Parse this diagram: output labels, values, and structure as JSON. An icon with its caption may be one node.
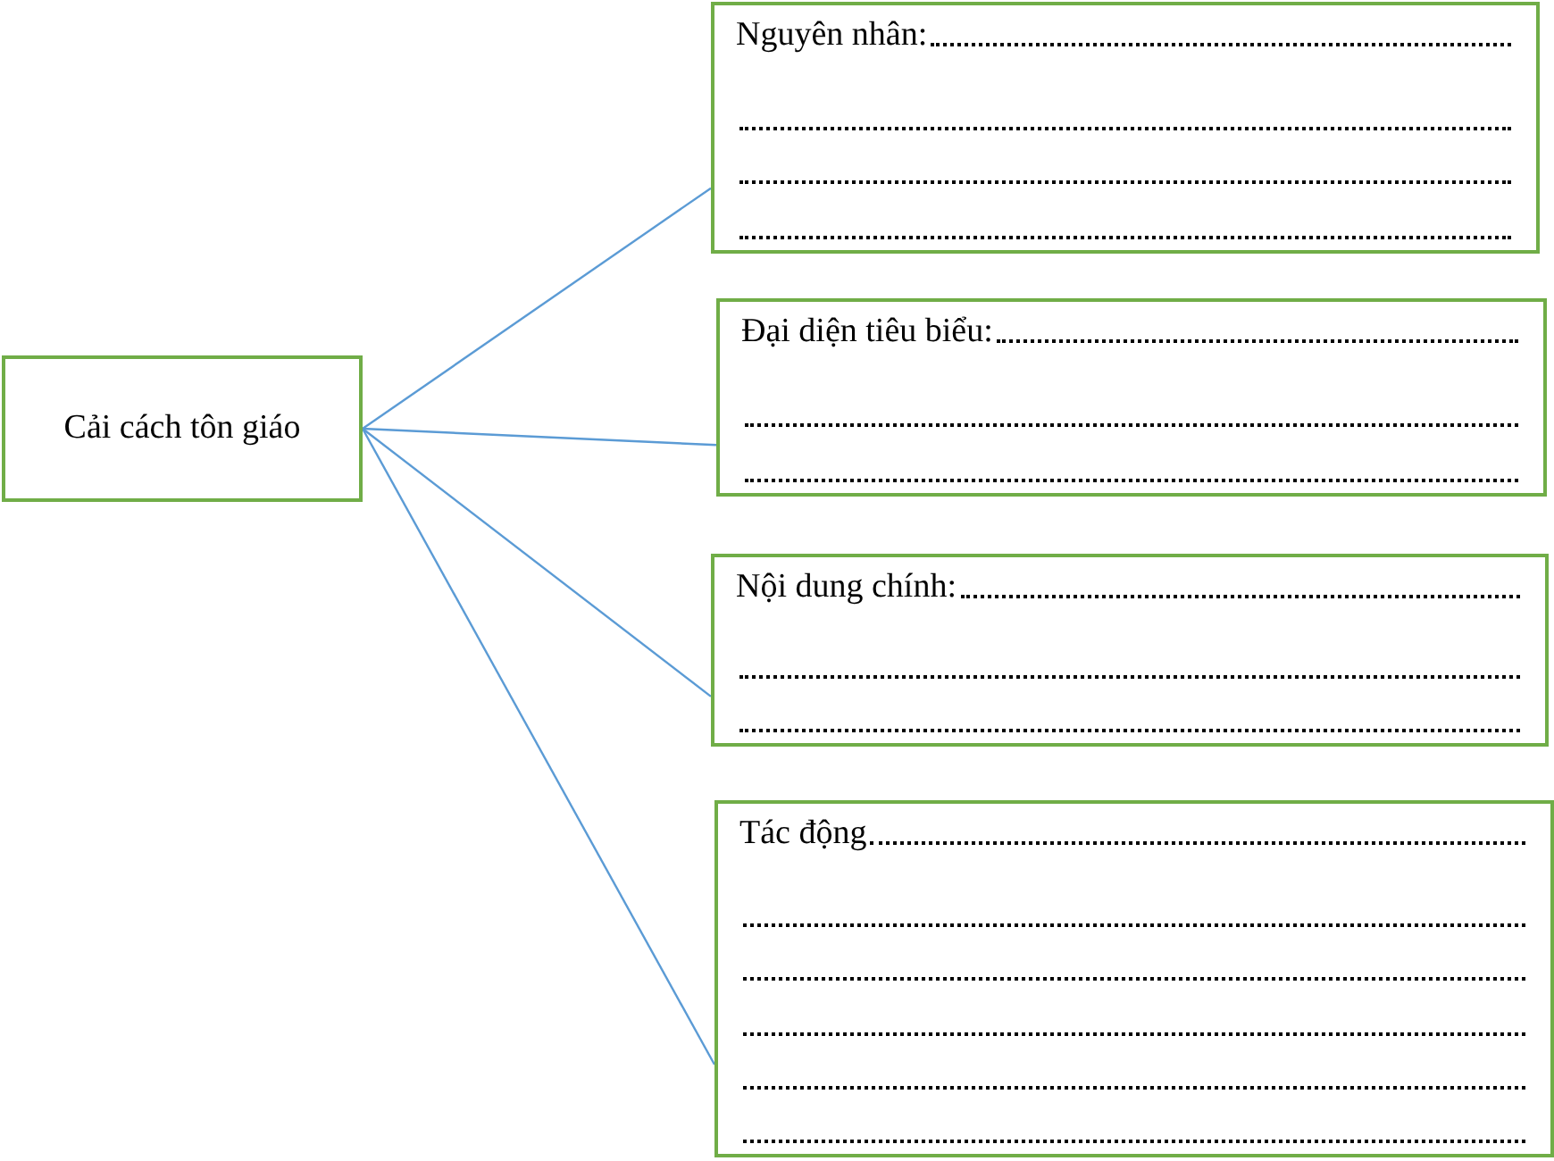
{
  "diagram": {
    "nodes": [
      {
        "text": [
          "Cải cách tôn giáo"
        ]
      },
      {
        "text": [
          "Nguyên nhân:"
        ]
      },
      {
        "text": [
          "Đại diện tiêu biểu:"
        ]
      },
      {
        "text": [
          "Nội dung chính:"
        ]
      },
      {
        "text": [
          "Tác động"
        ]
      }
    ],
    "edges": [
      {
        "from": 0,
        "to": 1,
        "arrow": "none"
      },
      {
        "from": 0,
        "to": 2,
        "arrow": "none"
      },
      {
        "from": 0,
        "to": 3,
        "arrow": "none"
      },
      {
        "from": 0,
        "to": 4,
        "arrow": "none"
      }
    ]
  }
}
